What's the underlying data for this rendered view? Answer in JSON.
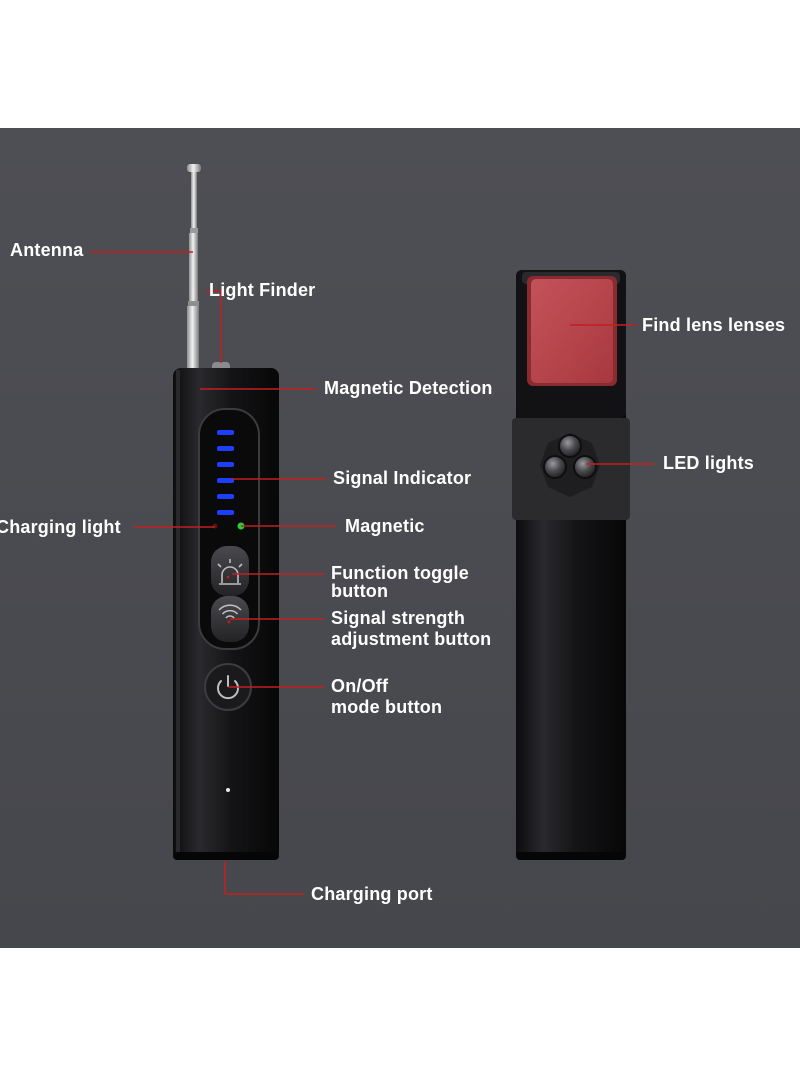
{
  "labels": {
    "antenna": "Antenna",
    "light_finder": "Light Finder",
    "magnetic_detection": "Magnetic Detection",
    "signal_indicator": "Signal Indicator",
    "charging_light": "Charging light",
    "magnetic": "Magnetic",
    "function_toggle_line1": "Function toggle",
    "function_toggle_line2": "button",
    "signal_strength_line1": "Signal strength",
    "signal_strength_line2": "adjustment button",
    "onoff_line1": "On/Off",
    "onoff_line2": "mode button",
    "charging_port": "Charging port",
    "find_lens": "Find lens lenses",
    "led_lights": "LED lights"
  },
  "colors": {
    "background": "#4a4b50",
    "leader_line": "#c21f1f",
    "signal_led": "#1f3dff",
    "magnetic_led": "#25d13a",
    "lens": "#b8454c"
  },
  "icons": {
    "function_toggle": "alarm-siren-icon",
    "signal_strength": "wifi-signal-icon",
    "power": "power-icon"
  }
}
